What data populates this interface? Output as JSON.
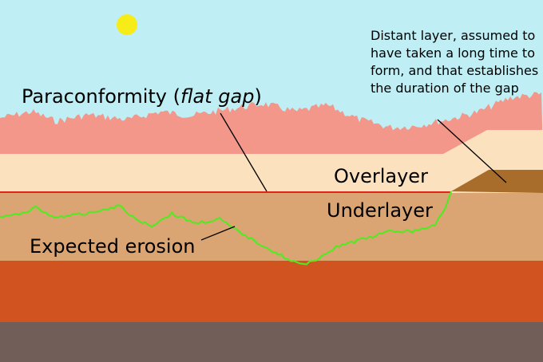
{
  "labels": {
    "paraconformity_prefix": "Paraconformity (",
    "paraconformity_italic": "flat gap",
    "paraconformity_suffix": ")",
    "overlayer": "Overlayer",
    "underlayer": "Underlayer",
    "expected_erosion": "Expected erosion",
    "distant_layer": "Distant layer, assumed to have taken a long time to form, and that establishes the duration of the gap"
  },
  "colors": {
    "sky": "#bfeef4",
    "sun": "#f7ec17",
    "pink_layer": "#f3978a",
    "cream_layer": "#fbe1be",
    "underlayer": "#dba473",
    "distant_layer": "#a86d2b",
    "red_layer": "#d15320",
    "bedrock": "#725e58",
    "gap_line": "#e2231a",
    "erosion_line": "#4ced1f"
  },
  "icons": {
    "sun": "sun-icon"
  }
}
